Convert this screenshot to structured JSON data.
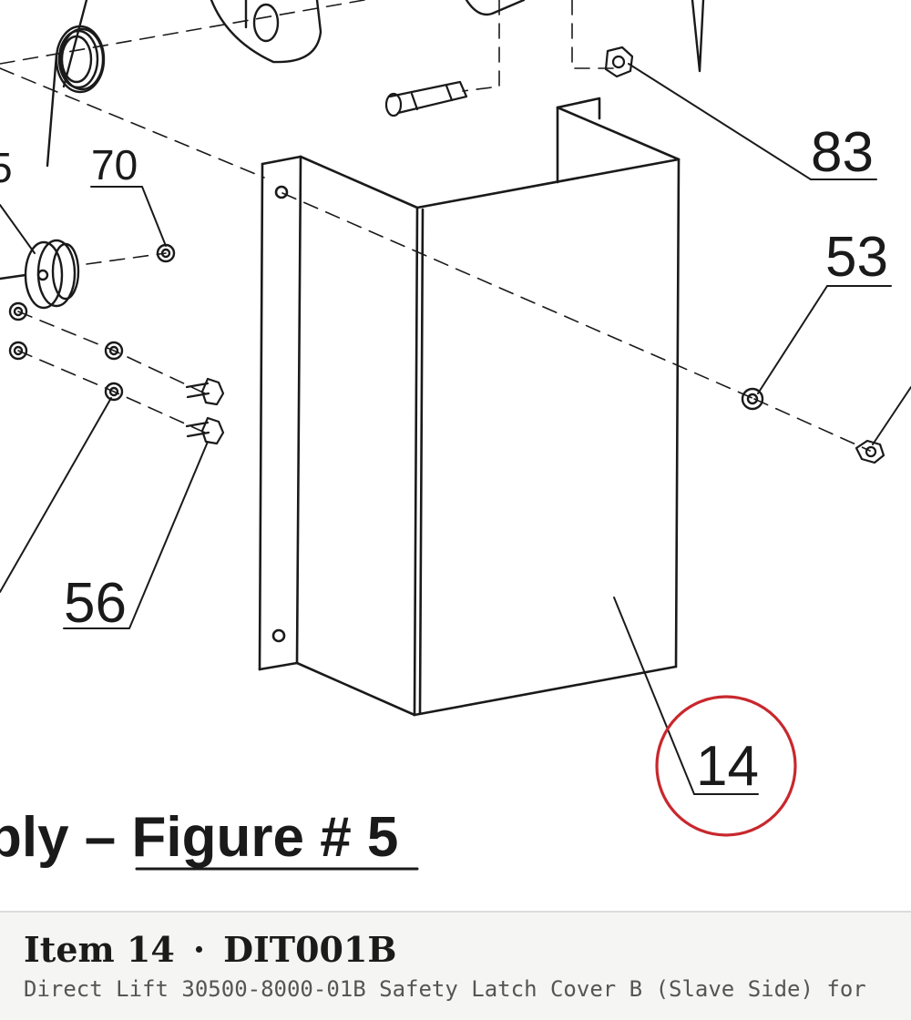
{
  "diagram": {
    "callouts": {
      "c70": "70",
      "c83": "83",
      "c53": "53",
      "c56": "56",
      "c14": "14",
      "c_partial": "5"
    },
    "figure_caption": {
      "prefix": "bly – ",
      "label": "Figure # 5"
    },
    "highlight_color": "#c8282d"
  },
  "footer": {
    "item_label": "Item 14",
    "separator": "·",
    "part_number": "DIT001B",
    "description": "Direct Lift 30500-8000-01B Safety Latch Cover B (Slave Side) for"
  }
}
